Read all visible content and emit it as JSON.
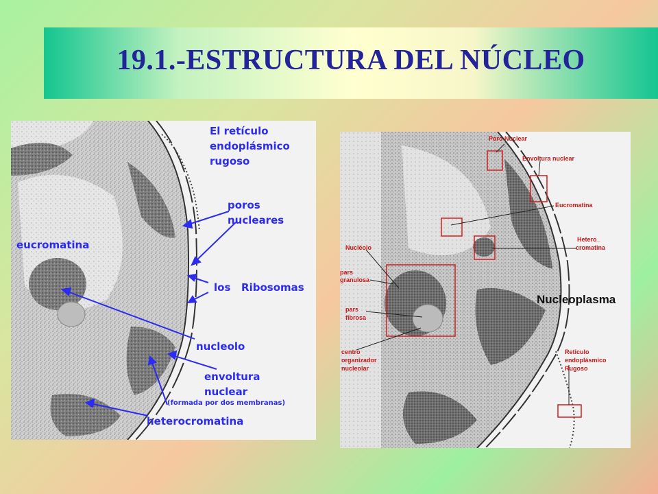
{
  "title": "19.1.-ESTRUCTURA DEL NÚCLEO",
  "left_diagram": {
    "labels": {
      "reticulo_1": "El retículo",
      "reticulo_2": "endoplásmico",
      "reticulo_3": "rugoso",
      "poros_1": "poros",
      "poros_2": "nucleares",
      "eucromatina": "eucromatina",
      "ribosomas": "los   Ribosomas",
      "nucleolo": "nucleolo",
      "envoltura_1": "envoltura",
      "envoltura_2": "nuclear",
      "envoltura_3": "(formada por dos membranas)",
      "heterocromatina": "heterocromatina"
    }
  },
  "right_diagram": {
    "labels": {
      "poro_nuclear": "Poro Nuclear",
      "envoltura_nuclear": "Envoltura nuclear",
      "eucromatina": "Eucromatina",
      "hetero_1": "Hetero_",
      "hetero_2": "cromatina",
      "nucleolo": "Nucléolo",
      "pars_gran_1": "pars",
      "pars_gran_2": "granulosa",
      "pars_fib_1": "pars",
      "pars_fib_2": "fibrosa",
      "centro_1": "centro",
      "centro_2": "organizador",
      "centro_3": "nucleolar",
      "reticulo_1": "Reticulo",
      "reticulo_2": "endoplásmico",
      "reticulo_3": "Rugoso"
    }
  },
  "nucleoplasm_label": "Nucleoplasma"
}
